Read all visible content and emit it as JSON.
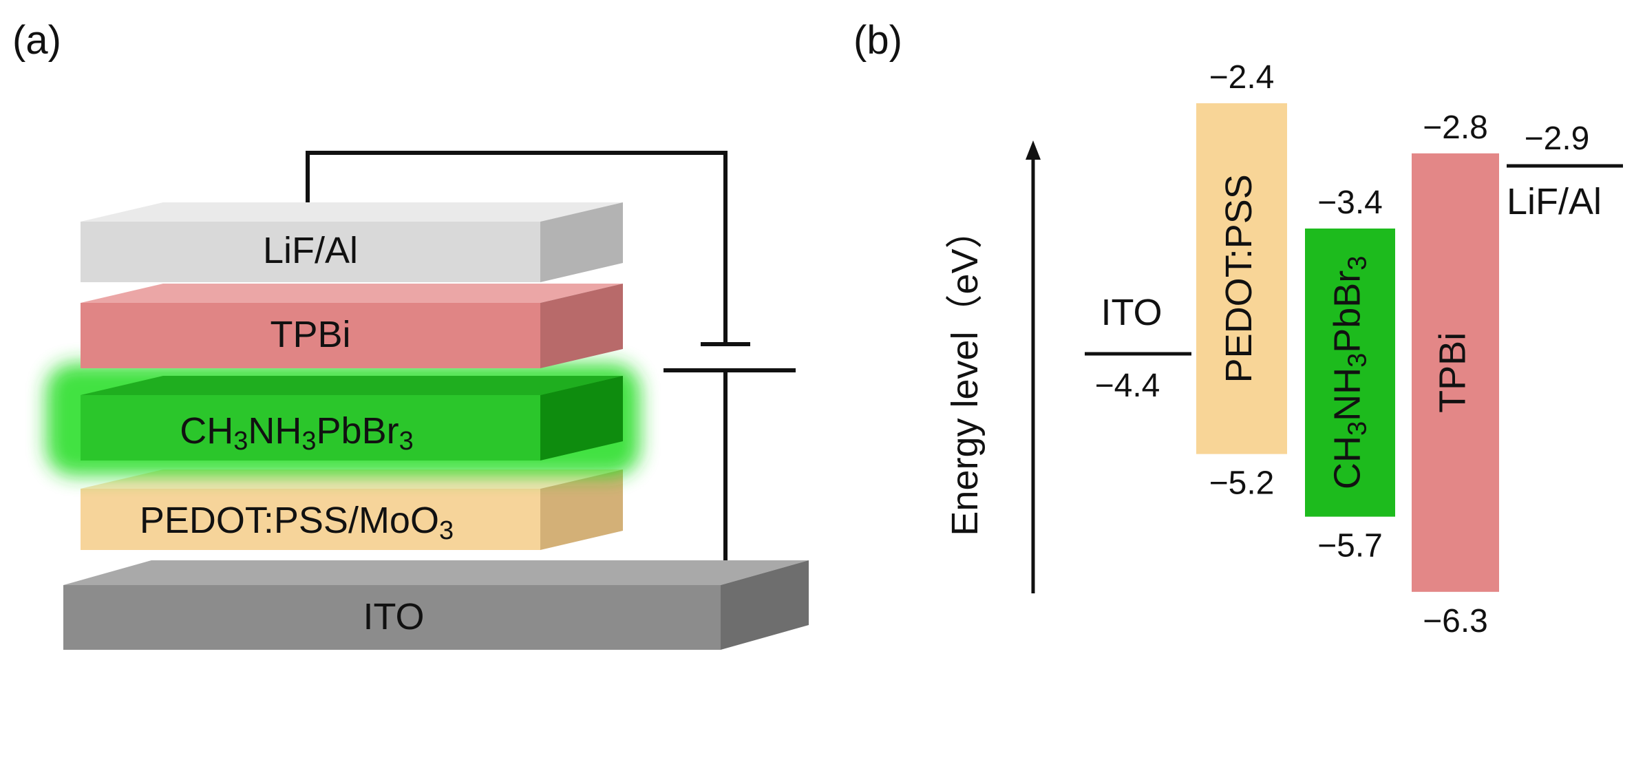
{
  "panel_a": {
    "label": "(a)",
    "layers": [
      {
        "name": "LiF/Al",
        "parts": [
          {
            "t": "LiF/Al"
          }
        ],
        "colors": {
          "front": "#d9d9d9",
          "top": "#eaeaea",
          "side": "#b3b3b3"
        }
      },
      {
        "name": "TPBi",
        "parts": [
          {
            "t": "TPBi"
          }
        ],
        "colors": {
          "front": "#e08585",
          "top": "#eba6a6",
          "side": "#b86a6a"
        }
      },
      {
        "name": "CH3NH3PbBr3",
        "parts": [
          {
            "t": "CH"
          },
          {
            "t": "3",
            "sub": true
          },
          {
            "t": "NH"
          },
          {
            "t": "3",
            "sub": true
          },
          {
            "t": "PbBr"
          },
          {
            "t": "3",
            "sub": true
          }
        ],
        "colors": {
          "front": "#2bc62b",
          "top": "#1fae1f",
          "side": "#0e8c0e",
          "glow": "#22dd22"
        }
      },
      {
        "name": "PEDOT:PSS/MoO3",
        "parts": [
          {
            "t": "PEDOT:PSS/MoO"
          },
          {
            "t": "3",
            "sub": true
          }
        ],
        "colors": {
          "front": "#f6d49a",
          "top": "#f9e2b8",
          "side": "#d3b077"
        }
      },
      {
        "name": "ITO",
        "parts": [
          {
            "t": "ITO"
          }
        ],
        "colors": {
          "front": "#8c8c8c",
          "top": "#a9a9a9",
          "side": "#6e6e6e"
        }
      }
    ],
    "circuit_color": "#111111"
  },
  "panel_b": {
    "label": "(b)",
    "axis_label": "Energy level（eV）",
    "materials": [
      {
        "name": "ITO",
        "type": "line",
        "level": -4.4,
        "label_text": "ITO",
        "value_text": "−4.4"
      },
      {
        "name": "PEDOT:PSS",
        "type": "band",
        "top": -2.4,
        "bottom": -5.2,
        "color": "#f8d597",
        "label_parts": [
          {
            "t": "PEDOT:PSS"
          }
        ],
        "top_text": "−2.4",
        "bottom_text": "−5.2"
      },
      {
        "name": "CH3NH3PbBr3",
        "type": "band",
        "top": -3.4,
        "bottom": -5.7,
        "color": "#1dbb1d",
        "label_parts": [
          {
            "t": "CH"
          },
          {
            "t": "3",
            "sub": true
          },
          {
            "t": "NH"
          },
          {
            "t": "3",
            "sub": true
          },
          {
            "t": "PbBr"
          },
          {
            "t": "3",
            "sub": true
          }
        ],
        "top_text": "−3.4",
        "bottom_text": "−5.7"
      },
      {
        "name": "TPBi",
        "type": "band",
        "top": -2.8,
        "bottom": -6.3,
        "color": "#e38787",
        "label_parts": [
          {
            "t": "TPBi"
          }
        ],
        "top_text": "−2.8",
        "bottom_text": "−6.3"
      },
      {
        "name": "LiF/Al",
        "type": "line",
        "level": -2.9,
        "label_text": "LiF/Al",
        "value_text": "−2.9"
      }
    ]
  }
}
